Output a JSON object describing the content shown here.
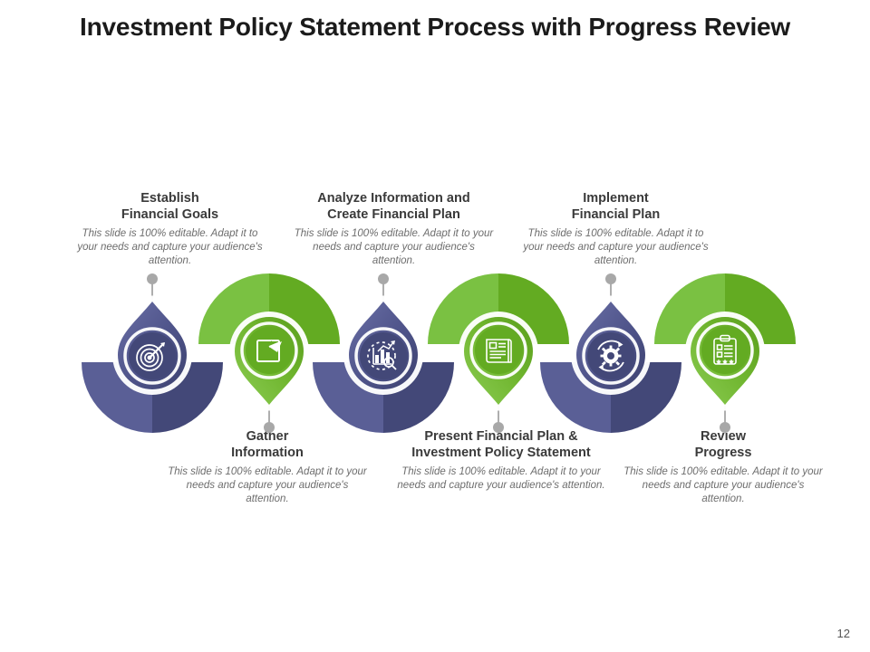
{
  "slide": {
    "title": "Investment Policy Statement Process with Progress Review",
    "page_number": "12",
    "colors": {
      "blue_dark": "#434878",
      "blue_mid": "#5a5f96",
      "blue_light": "#6d72a5",
      "green_dark": "#63ab22",
      "green_mid": "#7ac142",
      "green_light": "#8ccc54",
      "heading_text": "#3a3a3a",
      "body_text": "#6d6d6d",
      "title_text": "#1b1b1b",
      "connector": "#9a9a9a"
    }
  },
  "steps": [
    {
      "index": 1,
      "position": "top",
      "color": "blue",
      "icon": "target-arrow-icon",
      "heading": "Establish\nFinancial Goals",
      "description": "This slide is 100% editable. Adapt it to your needs and capture your audience's attention."
    },
    {
      "index": 2,
      "position": "bottom",
      "color": "green",
      "icon": "gather-data-square-icon",
      "heading": "Gather\nInformation",
      "description": "This slide is 100% editable. Adapt it to your needs and capture your audience's attention."
    },
    {
      "index": 3,
      "position": "top",
      "color": "blue",
      "icon": "bar-chart-magnifier-icon",
      "heading": "Analyze Information and\nCreate Financial Plan",
      "description": "This slide is 100% editable. Adapt it to your needs and capture your audience's attention."
    },
    {
      "index": 4,
      "position": "bottom",
      "color": "green",
      "icon": "financial-document-icon",
      "heading": "Present Financial Plan &\nInvestment Policy Statement",
      "description": "This slide is 100% editable. Adapt it to your needs and capture your audience's attention."
    },
    {
      "index": 5,
      "position": "top",
      "color": "blue",
      "icon": "gear-cycle-icon",
      "heading": "Implement\nFinancial Plan",
      "description": "This slide is 100% editable. Adapt it to your needs and capture your audience's attention."
    },
    {
      "index": 6,
      "position": "bottom",
      "color": "green",
      "icon": "clipboard-checklist-stars-icon",
      "heading": "Review\nProgress",
      "description": "This slide is 100% editable. Adapt it to your needs and capture your audience's attention."
    }
  ]
}
